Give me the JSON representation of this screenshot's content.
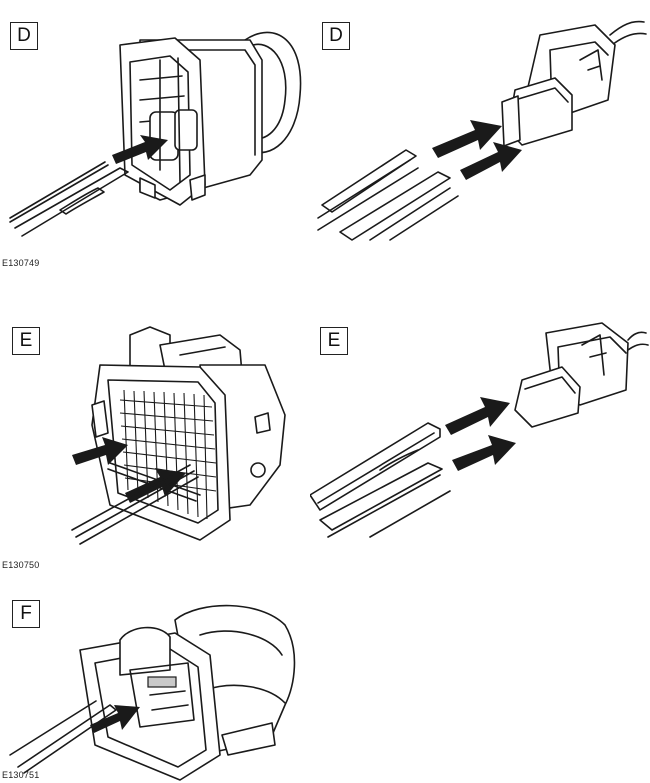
{
  "panels": [
    {
      "label": "D"
    },
    {
      "label": "D"
    },
    {
      "label": "E"
    },
    {
      "label": "E"
    },
    {
      "label": "F"
    }
  ],
  "figure_codes": [
    "E130749",
    "E130750",
    "E130751"
  ]
}
